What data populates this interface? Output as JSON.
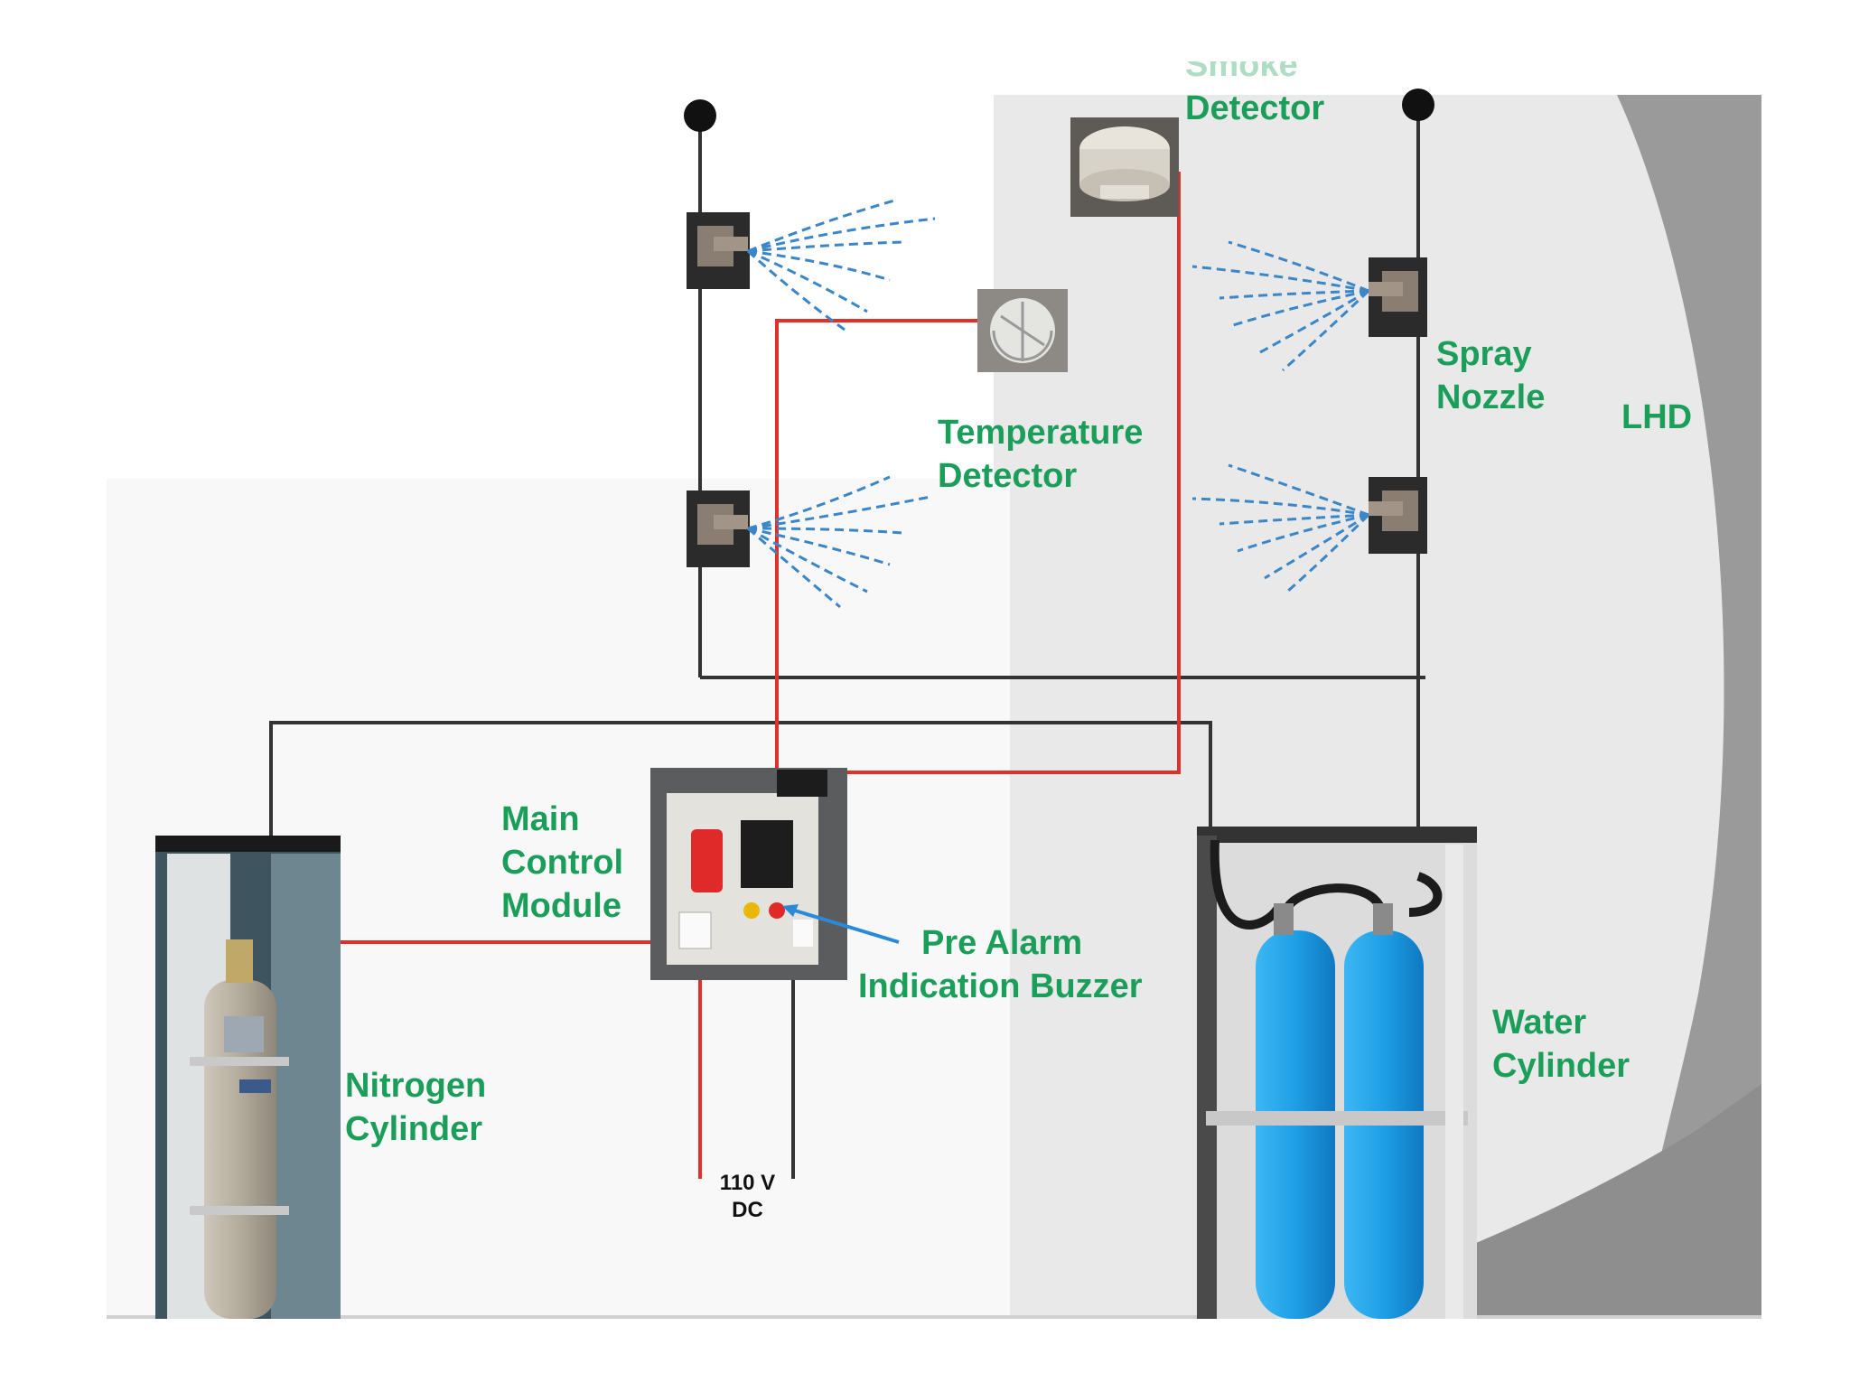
{
  "labels": {
    "smoke_detector": [
      "Smoke",
      "Detector"
    ],
    "temperature_detector": [
      "Temperature",
      "Detector"
    ],
    "spray_nozzle": [
      "Spray",
      "Nozzle"
    ],
    "lhd": "LHD",
    "main_control_module": [
      "Main",
      "Control",
      "Module"
    ],
    "pre_alarm": [
      "Pre Alarm",
      "Indication Buzzer"
    ],
    "nitrogen_cylinder": [
      "Nitrogen",
      "Cylinder"
    ],
    "water_cylinder": [
      "Water",
      "Cylinder"
    ],
    "power_supply": [
      "110 V",
      "DC"
    ]
  },
  "colors": {
    "label": "#1a9e5a",
    "signal_wire": "#e0302a",
    "pipe": "#333333",
    "spray": "#3a86c8",
    "water_cylinder": "#1e9fe6",
    "indicator_arrow": "#2a8ad8",
    "panel_background": "#e9e9e9"
  }
}
